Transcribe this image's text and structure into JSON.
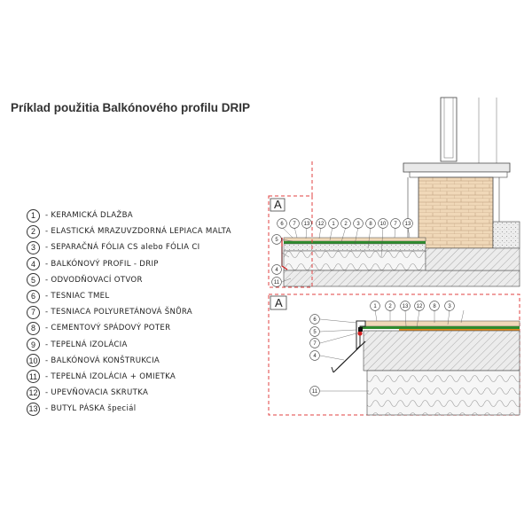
{
  "title": "Príklad použitia Balkónového profilu DRIP",
  "legend": [
    {
      "num": "1",
      "text": "- KERAMICKÁ DLAŽBA"
    },
    {
      "num": "2",
      "text": "- ELASTICKÁ MRAZUVZDORNÁ LEPIACA MALTA"
    },
    {
      "num": "3",
      "text": "- SEPARAČNÁ FÓLIA CS alebo FÓLIA CI"
    },
    {
      "num": "4",
      "text": "- BALKÓNOVÝ PROFIL - DRIP"
    },
    {
      "num": "5",
      "text": "- ODVODŇOVACÍ OTVOR"
    },
    {
      "num": "6",
      "text": "- TESNIAC TMEL"
    },
    {
      "num": "7",
      "text": "- TESNIACA POLYURETÁNOVÁ ŠNŮRA"
    },
    {
      "num": "8",
      "text": "- CEMENTOVÝ SPÁDOVÝ POTER"
    },
    {
      "num": "9",
      "text": "- TEPELNÁ IZOLÁCIA"
    },
    {
      "num": "10",
      "text": "- BALKÓNOVÁ KONŠTRUKCIA"
    },
    {
      "num": "11",
      "text": "- TEPELNÁ IZOLÁCIA + OMIETKA"
    },
    {
      "num": "12",
      "text": "- UPEVŇOVACIA SKRUTKA"
    },
    {
      "num": "13",
      "text": "- BUTYL PÁSKA špeciál"
    }
  ],
  "section_label": "A",
  "upper_callouts": [
    "6",
    "7",
    "13",
    "12",
    "1",
    "2",
    "3",
    "8",
    "10",
    "7",
    "13"
  ],
  "upper_side_callouts": [
    "5",
    "4",
    "11"
  ],
  "lower_callouts": [
    "1",
    "2",
    "13",
    "12",
    "8",
    "3"
  ],
  "lower_side_callouts": [
    "6",
    "5",
    "7",
    "4",
    "11"
  ],
  "colors": {
    "tile": "#f0d8b8",
    "insulation": "#f2f2f2",
    "membrane_green": "#2e8b2e",
    "membrane_orange": "#e08a1e",
    "sealant_red": "#d21f1f",
    "dashed_red": "#e04040",
    "concrete": "#e8e8e8"
  }
}
